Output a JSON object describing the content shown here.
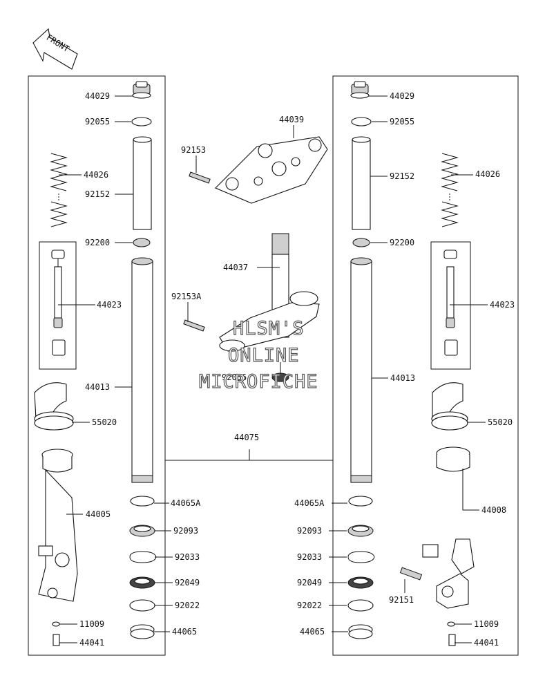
{
  "front_arrow": {
    "label": "FRONT"
  },
  "watermark": {
    "lines": [
      "HLSM'S",
      "ONLINE",
      "MICROFICHE"
    ]
  },
  "parts": {
    "p44029L": "44029",
    "p92055L": "92055",
    "p44026L": "44026",
    "p92152L": "92152",
    "p92200L": "92200",
    "p44023L": "44023",
    "p44013L": "44013",
    "p55020L": "55020",
    "p44005": "44005",
    "p44065AL": "44065A",
    "p92093L": "92093",
    "p92033L": "92033",
    "p92049L": "92049",
    "p92022L": "92022",
    "p44065L": "44065",
    "p11009L": "11009",
    "p44041L": "44041",
    "p44039": "44039",
    "p92153": "92153",
    "p44037": "44037",
    "p92153A": "92153A",
    "p92066": "92066",
    "p44075": "44075",
    "p44029R": "44029",
    "p92055R": "92055",
    "p44026R": "44026",
    "p92152R": "92152",
    "p92200R": "92200",
    "p44023R": "44023",
    "p44013R": "44013",
    "p55020R": "55020",
    "p44008": "44008",
    "p44065AR": "44065A",
    "p92093R": "92093",
    "p92033R": "92033",
    "p92049R": "92049",
    "p92022R": "92022",
    "p44065R": "44065",
    "p92151": "92151",
    "p11009R": "11009",
    "p44041R": "44041"
  }
}
